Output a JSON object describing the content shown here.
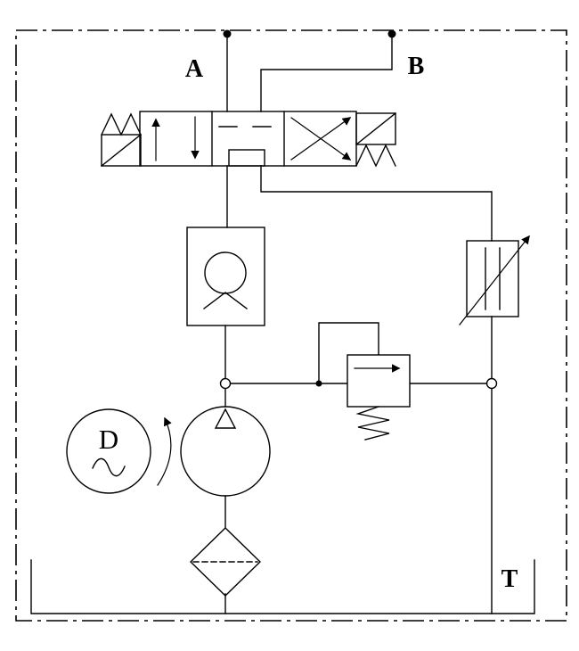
{
  "diagram": {
    "type": "hydraulic-circuit-schematic",
    "colors": {
      "line": "#000000",
      "background": "#ffffff"
    },
    "labels": {
      "port_a": "A",
      "port_b": "B",
      "tank_port": "T",
      "motor_letter": "D"
    },
    "components": [
      {
        "name": "enclosure-boundary",
        "symbol": "dash-dot-rectangle"
      },
      {
        "name": "solenoid-directional-valve",
        "symbol": "4-3-spool-valve-with-solenoids-and-springs"
      },
      {
        "name": "check-valve",
        "symbol": "ball-in-seat"
      },
      {
        "name": "variable-flow-control-valve",
        "symbol": "box-with-diagonal-arrow"
      },
      {
        "name": "pressure-relief-valve",
        "symbol": "box-with-arrow-and-spring"
      },
      {
        "name": "electric-motor",
        "symbol": "circle-with-D-and-sine-wave"
      },
      {
        "name": "hydraulic-pump",
        "symbol": "circle-with-triangle"
      },
      {
        "name": "suction-filter",
        "symbol": "diamond-with-dashed-element"
      },
      {
        "name": "reservoir-tank",
        "symbol": "open-top-rectangle"
      }
    ]
  }
}
